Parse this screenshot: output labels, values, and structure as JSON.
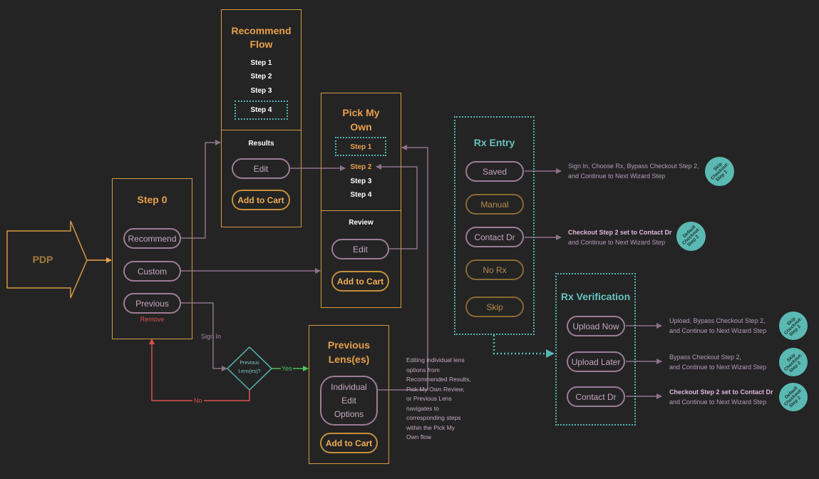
{
  "pdp": {
    "label": "PDP"
  },
  "step0": {
    "title": "Step 0",
    "buttons": {
      "recommend": "Recommend",
      "custom": "Custom",
      "previous": "Previous"
    },
    "remove": "Remove"
  },
  "recommend_flow": {
    "title_line1": "Recommend",
    "title_line2": "Flow",
    "steps": [
      "Step 1",
      "Step 2",
      "Step 3",
      "Step 4"
    ],
    "results": "Results",
    "edit": "Edit",
    "add_to_cart": "Add to Cart"
  },
  "pick_my_own": {
    "title_line1": "Pick My",
    "title_line2": "Own",
    "steps": [
      "Step 1",
      "Step 2",
      "Step 3",
      "Step 4"
    ],
    "review": "Review",
    "edit": "Edit",
    "add_to_cart": "Add to Cart"
  },
  "previous_lenses": {
    "title_line1": "Previous",
    "title_line2": "Lens(es)",
    "individual_line1": "Individual",
    "individual_line2": "Edit",
    "individual_line3": "Options",
    "add_to_cart": "Add to Cart"
  },
  "decision": {
    "label_line1": "Previous",
    "label_line2": "Lens(es)?",
    "yes": "Yes",
    "no": "No",
    "sign_in": "Sign In"
  },
  "editing_note": [
    "Editing individual lens",
    "options from",
    "Recommended Results,",
    "Pick My Own Review,",
    "or Previous Lens",
    "navigates to",
    "corresponding steps",
    "within the Pick My",
    "Own flow"
  ],
  "rx_entry": {
    "title": "Rx Entry",
    "buttons": {
      "saved": "Saved",
      "manual": "Manual",
      "contact_dr": "Contact Dr",
      "no_rx": "No Rx",
      "skip": "Skip"
    },
    "saved_note": [
      "Sign In, Choose Rx, Bypass Checkout Step 2,",
      "and Continue to Next Wizard Step"
    ],
    "contact_note": [
      "Checkout Step 2 set to Contact Dr",
      "and Continue to Next Wizard Step"
    ],
    "badge_skip": [
      "Skip",
      "Checkout:",
      "Step 2"
    ],
    "badge_default": [
      "Default",
      "Checkout:",
      "Step 2"
    ]
  },
  "rx_verification": {
    "title": "Rx Verification",
    "buttons": {
      "upload_now": "Upload Now",
      "upload_later": "Upload Later",
      "contact_dr": "Contact Dr"
    },
    "upload_now_note": [
      "Upload, Bypass Checkout Step 2,",
      "and Continue to Next Wizard Step"
    ],
    "upload_later_note": [
      "Bypass Checkout Step 2,",
      "and Continue to Next Wizard Step"
    ],
    "contact_note": [
      "Checkout Step 2 set to Contact Dr",
      "and Continue to Next Wizard Step"
    ],
    "badge_skip": [
      "Skip",
      "Checkout:",
      "Step 2"
    ],
    "badge_default": [
      "Default",
      "Checkout:",
      "Step 2"
    ]
  },
  "colors": {
    "background": "#242424",
    "card_border": "#d39a3f",
    "title_orange": "#e8a04b",
    "teal": "#56b6b1",
    "pill_purple": "#9c7c96",
    "connector": "#8c7189",
    "no_path": "#d9534f",
    "yes_path": "#4fc35a"
  }
}
